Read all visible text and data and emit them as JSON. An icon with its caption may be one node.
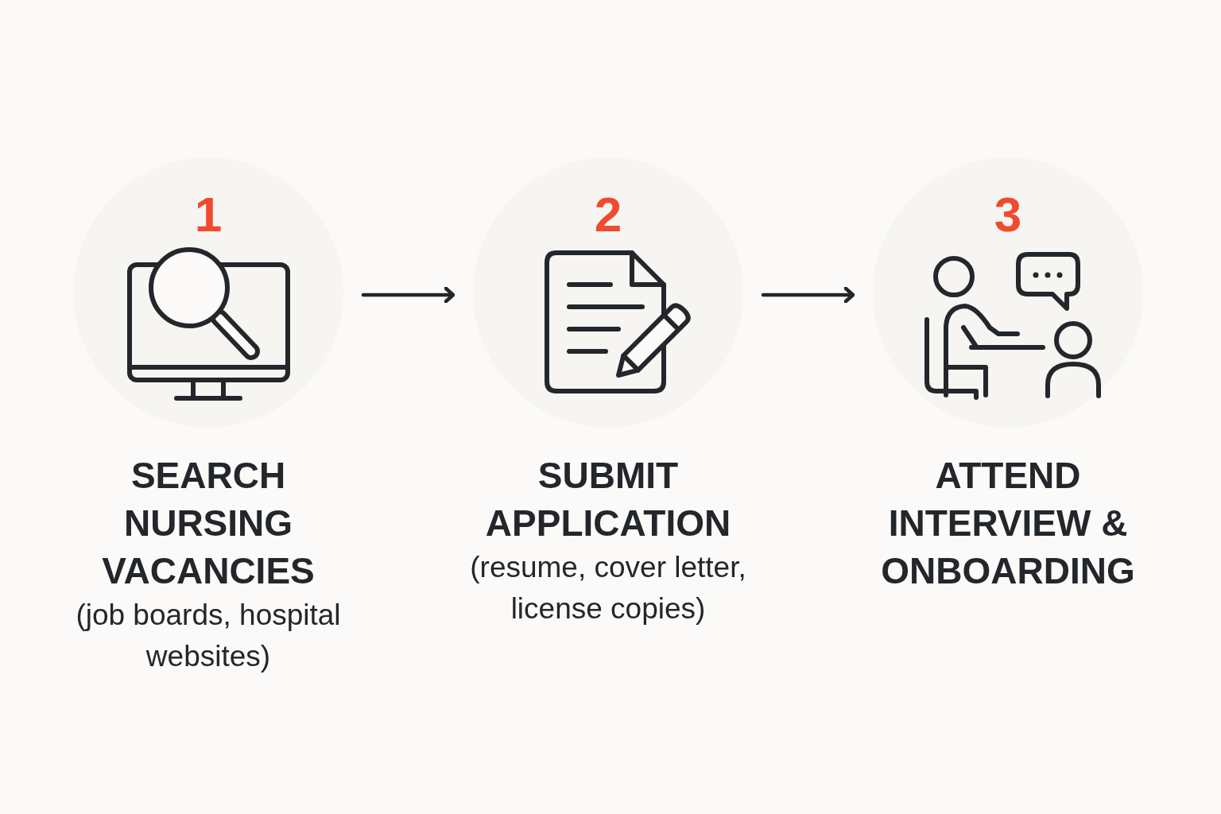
{
  "diagram": {
    "nodes": [
      {
        "text": [
          "1",
          "SEARCH NURSING VACANCIES",
          "(job boards, hospital websites)"
        ]
      },
      {
        "text": [
          "2",
          "SUBMIT APPLICATION",
          "(resume, cover letter, license copies)"
        ]
      },
      {
        "text": [
          "3",
          "ATTEND INTERVIEW & ONBOARDING"
        ]
      }
    ],
    "edges": [
      {
        "from": 0,
        "to": 1,
        "arrow": "to"
      },
      {
        "from": 1,
        "to": 2,
        "arrow": "to"
      }
    ]
  }
}
